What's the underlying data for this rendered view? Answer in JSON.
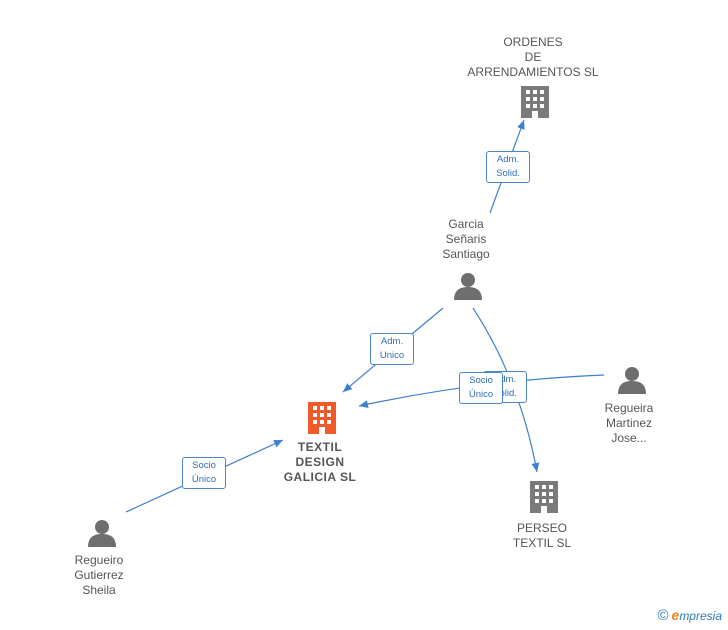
{
  "colors": {
    "edge": "#3f7fcf",
    "company_gray": "#7a7a7a",
    "company_main": "#f05a28",
    "person": "#6e6e6e",
    "label_text": "#555555"
  },
  "nodes": {
    "ordenes": {
      "type": "company",
      "icon": "building-icon",
      "lines": [
        "ORDENES",
        "DE",
        "ARRENDAMIENTOS SL"
      ]
    },
    "garcia": {
      "type": "person",
      "icon": "person-icon",
      "lines": [
        "Garcia",
        "Señaris",
        "Santiago"
      ]
    },
    "textil": {
      "type": "company-main",
      "icon": "building-icon",
      "lines": [
        "TEXTIL",
        "DESIGN",
        "GALICIA  SL"
      ]
    },
    "regueira": {
      "type": "person",
      "icon": "person-icon",
      "lines": [
        "Regueira",
        "Martinez",
        "Jose..."
      ]
    },
    "perseo": {
      "type": "company",
      "icon": "building-icon",
      "lines": [
        "PERSEO",
        "TEXTIL SL"
      ]
    },
    "regueiro": {
      "type": "person",
      "icon": "person-icon",
      "lines": [
        "Regueiro",
        "Gutierrez",
        "Sheila"
      ]
    }
  },
  "edges": {
    "garcia_ordenes": {
      "lines": [
        "Adm.",
        "Solid."
      ]
    },
    "garcia_textil": {
      "lines": [
        "Adm.",
        "Unico"
      ]
    },
    "garcia_perseo": {
      "lines": [
        "Adm.",
        "Solid."
      ]
    },
    "regueira_textil": {
      "lines": [
        "Socio",
        "Único"
      ]
    },
    "regueiro_textil": {
      "lines": [
        "Socio",
        "Único"
      ]
    }
  },
  "footer": {
    "copyright_symbol": "©",
    "brand_first": "e",
    "brand_rest": "mpresia"
  }
}
